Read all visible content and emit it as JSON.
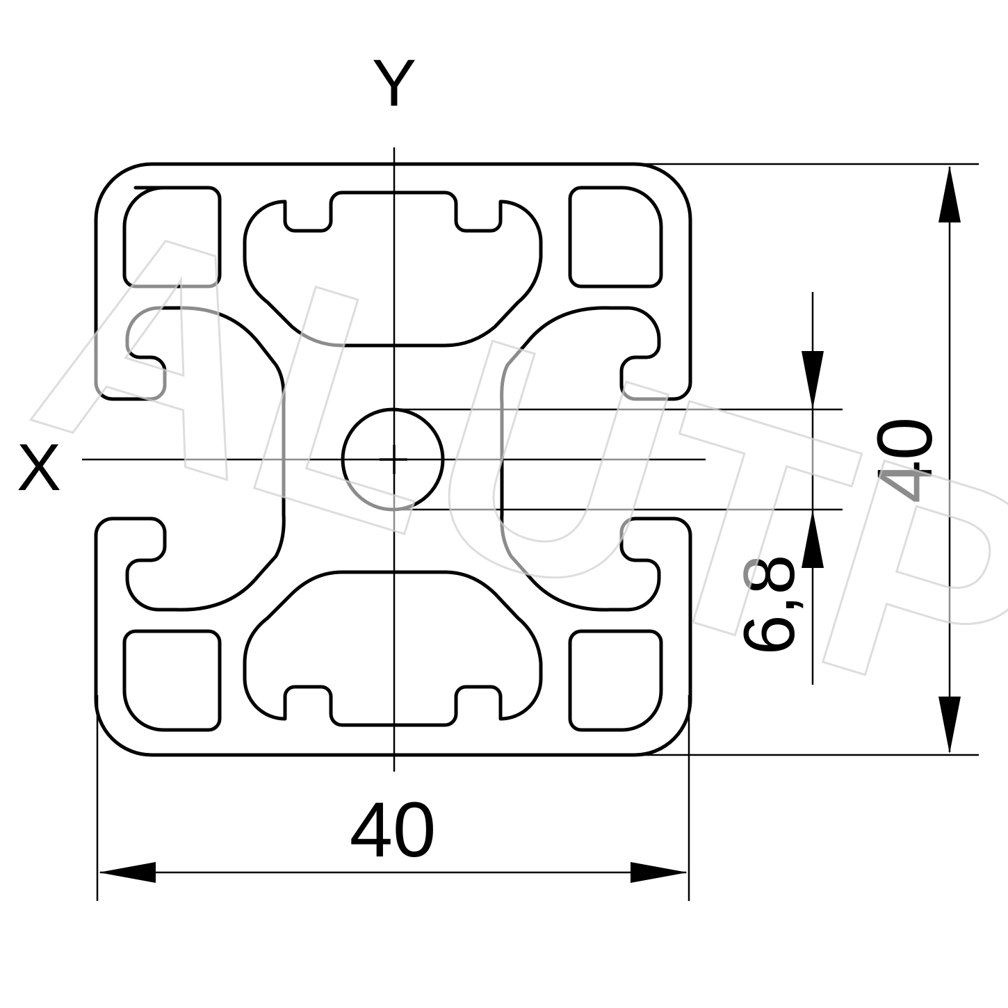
{
  "axes": {
    "y_label": "Y",
    "x_label": "X"
  },
  "dimensions": {
    "width": "40",
    "height": "40",
    "bore": "6,8"
  },
  "watermark": {
    "text": "ALUTP",
    "color": "#d9d9d9"
  },
  "colors": {
    "line": "#000000",
    "background": "#ffffff"
  }
}
